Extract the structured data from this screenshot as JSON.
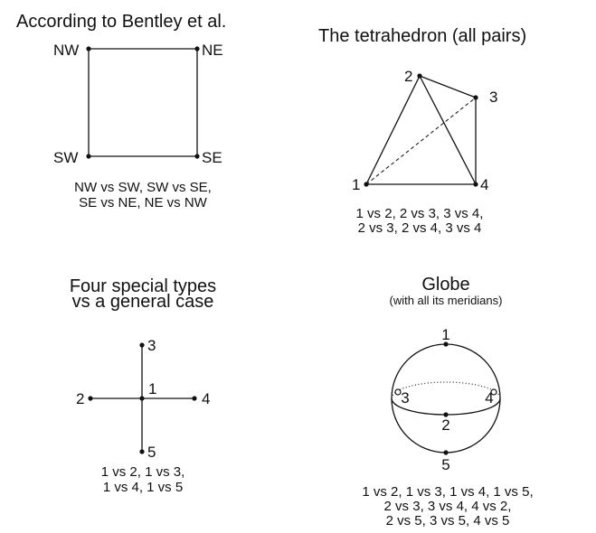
{
  "panels": {
    "bentley": {
      "title": "According to Bentley et al.",
      "nodes": {
        "nw": "NW",
        "ne": "NE",
        "sw": "SW",
        "se": "SE"
      },
      "caption": [
        "NW vs SW, SW vs SE,",
        "SE vs NE, NE vs NW"
      ]
    },
    "tetra": {
      "title": "The tetrahedron (all pairs)",
      "nodes": {
        "n1": "1",
        "n2": "2",
        "n3": "3",
        "n4": "4"
      },
      "caption": [
        "1 vs 2, 2 vs 3, 3 vs 4,",
        "2 vs 3, 2 vs 4, 3 vs 4"
      ]
    },
    "special": {
      "title": [
        "Four special types",
        "vs a general case"
      ],
      "nodes": {
        "n1": "1",
        "n2": "2",
        "n3": "3",
        "n4": "4",
        "n5": "5"
      },
      "caption": [
        "1 vs 2, 1 vs 3,",
        "1 vs 4, 1 vs 5"
      ]
    },
    "globe": {
      "title": "Globe",
      "subtitle": "(with all its meridians)",
      "nodes": {
        "n1": "1",
        "n2": "2",
        "n3": "3",
        "n4": "4",
        "n5": "5"
      },
      "caption": [
        "1 vs 2, 1 vs 3, 1 vs 4, 1 vs 5,",
        "2 vs 3, 3 vs 4, 4 vs 2,",
        "2 vs 5, 3 vs 5, 4 vs 5"
      ]
    }
  }
}
